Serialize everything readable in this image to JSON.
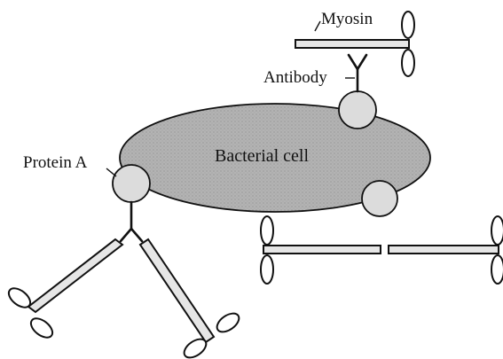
{
  "labels": {
    "myosin": "Myosin",
    "antibody": "Antibody",
    "protein_a": "Protein A",
    "bacterial_cell": "Bacterial cell"
  },
  "colors": {
    "cell_fill": "#a9a9a9",
    "protein_fill": "#dcdcdc",
    "rod_fill": "#e6e6e6",
    "stroke": "#111111"
  }
}
